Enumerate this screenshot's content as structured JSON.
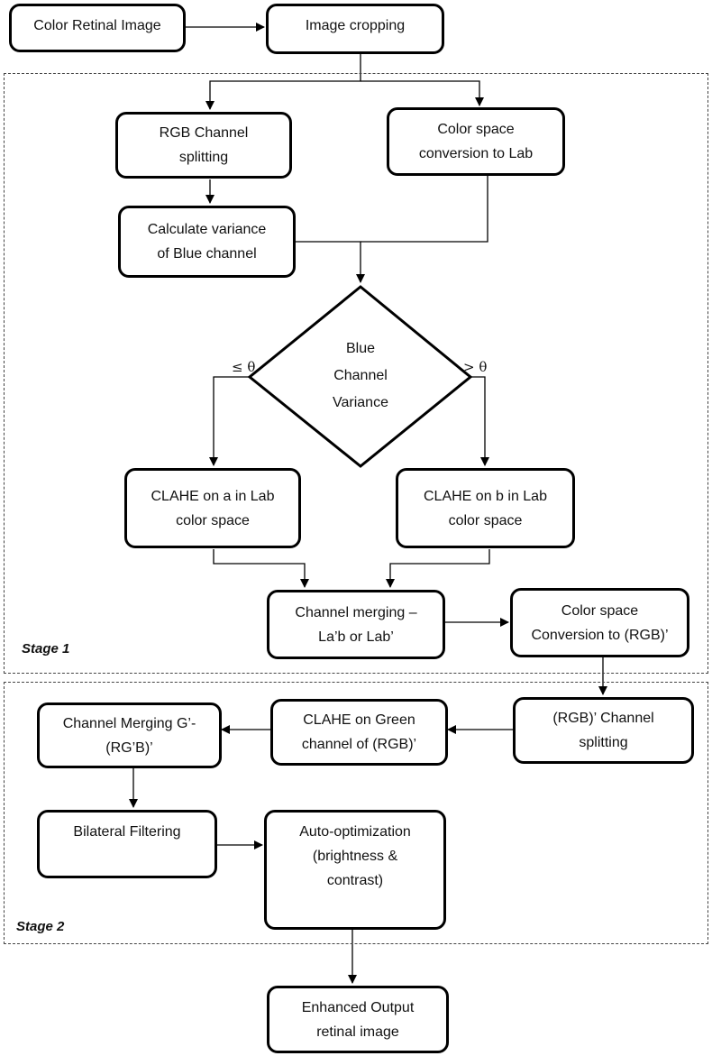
{
  "nodes": {
    "color_retinal_image": "Color Retinal Image",
    "image_cropping": "Image cropping",
    "rgb_channel_splitting": "RGB Channel\nsplitting",
    "color_space_lab": "Color space\nconversion to Lab",
    "calc_variance": "Calculate variance\nof Blue channel",
    "decision": "Blue\nChannel\nVariance",
    "clahe_a": "CLAHE on a in Lab\ncolor space",
    "clahe_b": "CLAHE on b in Lab\ncolor space",
    "channel_merging_lab": "Channel merging –\nLa’b or Lab’",
    "color_space_rgb": "Color space\nConversion to (RGB)’",
    "rgb_prime_splitting": "(RGB)’ Channel\nsplitting",
    "clahe_green": "CLAHE on Green\nchannel of (RGB)’",
    "channel_merging_g": "Channel Merging G’-\n(RG’B)’",
    "bilateral": "Bilateral Filtering",
    "auto_opt": "Auto-optimization\n(brightness &\ncontrast)",
    "enhanced": "Enhanced Output\nretinal image"
  },
  "edge_labels": {
    "le_theta": "≤ θ",
    "gt_theta": "> θ"
  },
  "stages": {
    "stage1": "Stage 1",
    "stage2": "Stage 2"
  }
}
